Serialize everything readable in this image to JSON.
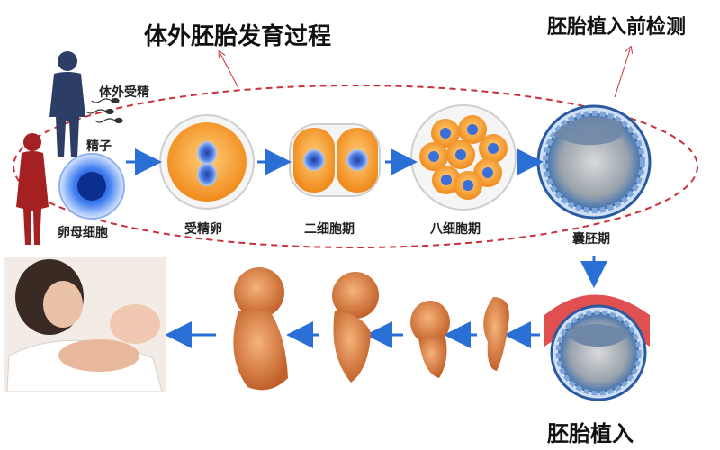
{
  "titles": {
    "main": "体外胚胎发育过程",
    "pgt": "胚胎植入前检测",
    "implant": "胚胎植入"
  },
  "labels": {
    "ivf": "体外受精",
    "sperm": "精子",
    "oocyte": "卵母细胞",
    "zygote": "受精卵",
    "two_cell": "二细胞期",
    "eight_cell": "八细胞期",
    "blastocyst": "囊胚期"
  },
  "colors": {
    "arrow": "#2a6fd6",
    "dashed_ellipse": "#c9303a",
    "cell_orange": "#f5a030",
    "nucleus_blue": "#3a6ed8",
    "fetus": "#e38a4a",
    "uterus_lining": "#e05050"
  }
}
